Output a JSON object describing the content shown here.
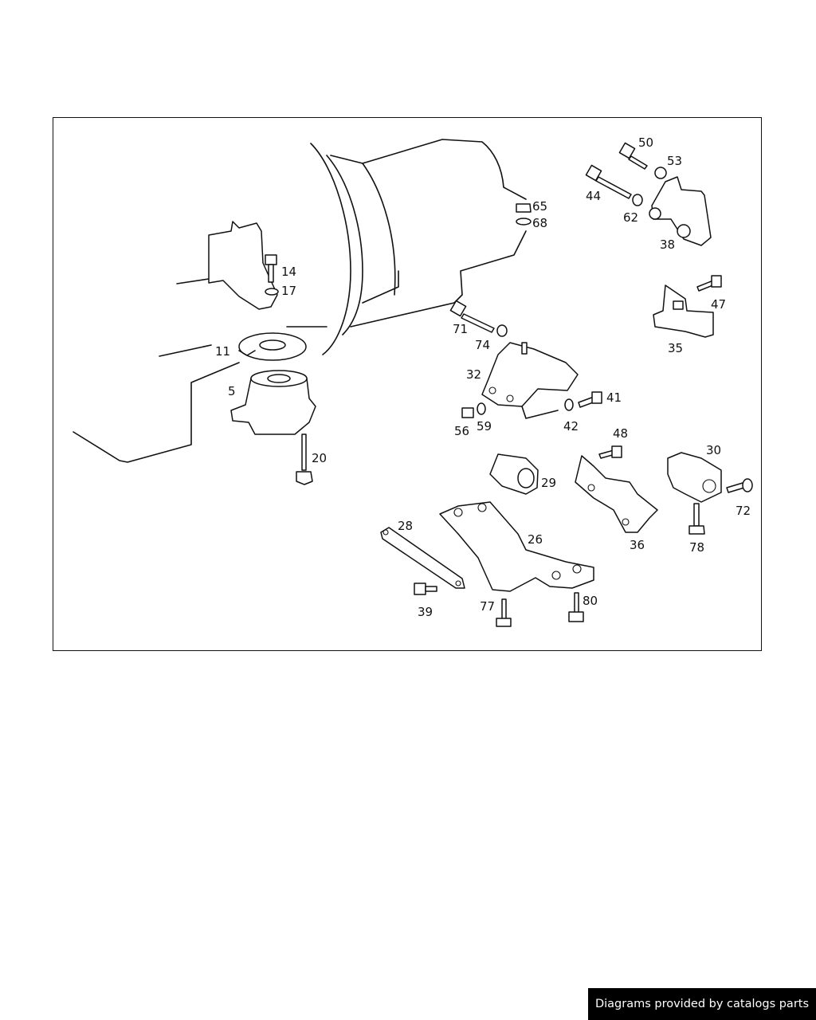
{
  "footer": {
    "text": "Diagrams provided by catalogs parts"
  },
  "labels": {
    "p5": "5",
    "p11": "11",
    "p14": "14",
    "p17": "17",
    "p20": "20",
    "p26": "26",
    "p28": "28",
    "p29": "29",
    "p30": "30",
    "p32": "32",
    "p35": "35",
    "p36": "36",
    "p38": "38",
    "p39": "39",
    "p41": "41",
    "p42": "42",
    "p44": "44",
    "p47": "47",
    "p48": "48",
    "p50": "50",
    "p53": "53",
    "p56": "56",
    "p59": "59",
    "p62": "62",
    "p65": "65",
    "p68": "68",
    "p71": "71",
    "p72": "72",
    "p74": "74",
    "p77": "77",
    "p78": "78",
    "p80": "80"
  }
}
